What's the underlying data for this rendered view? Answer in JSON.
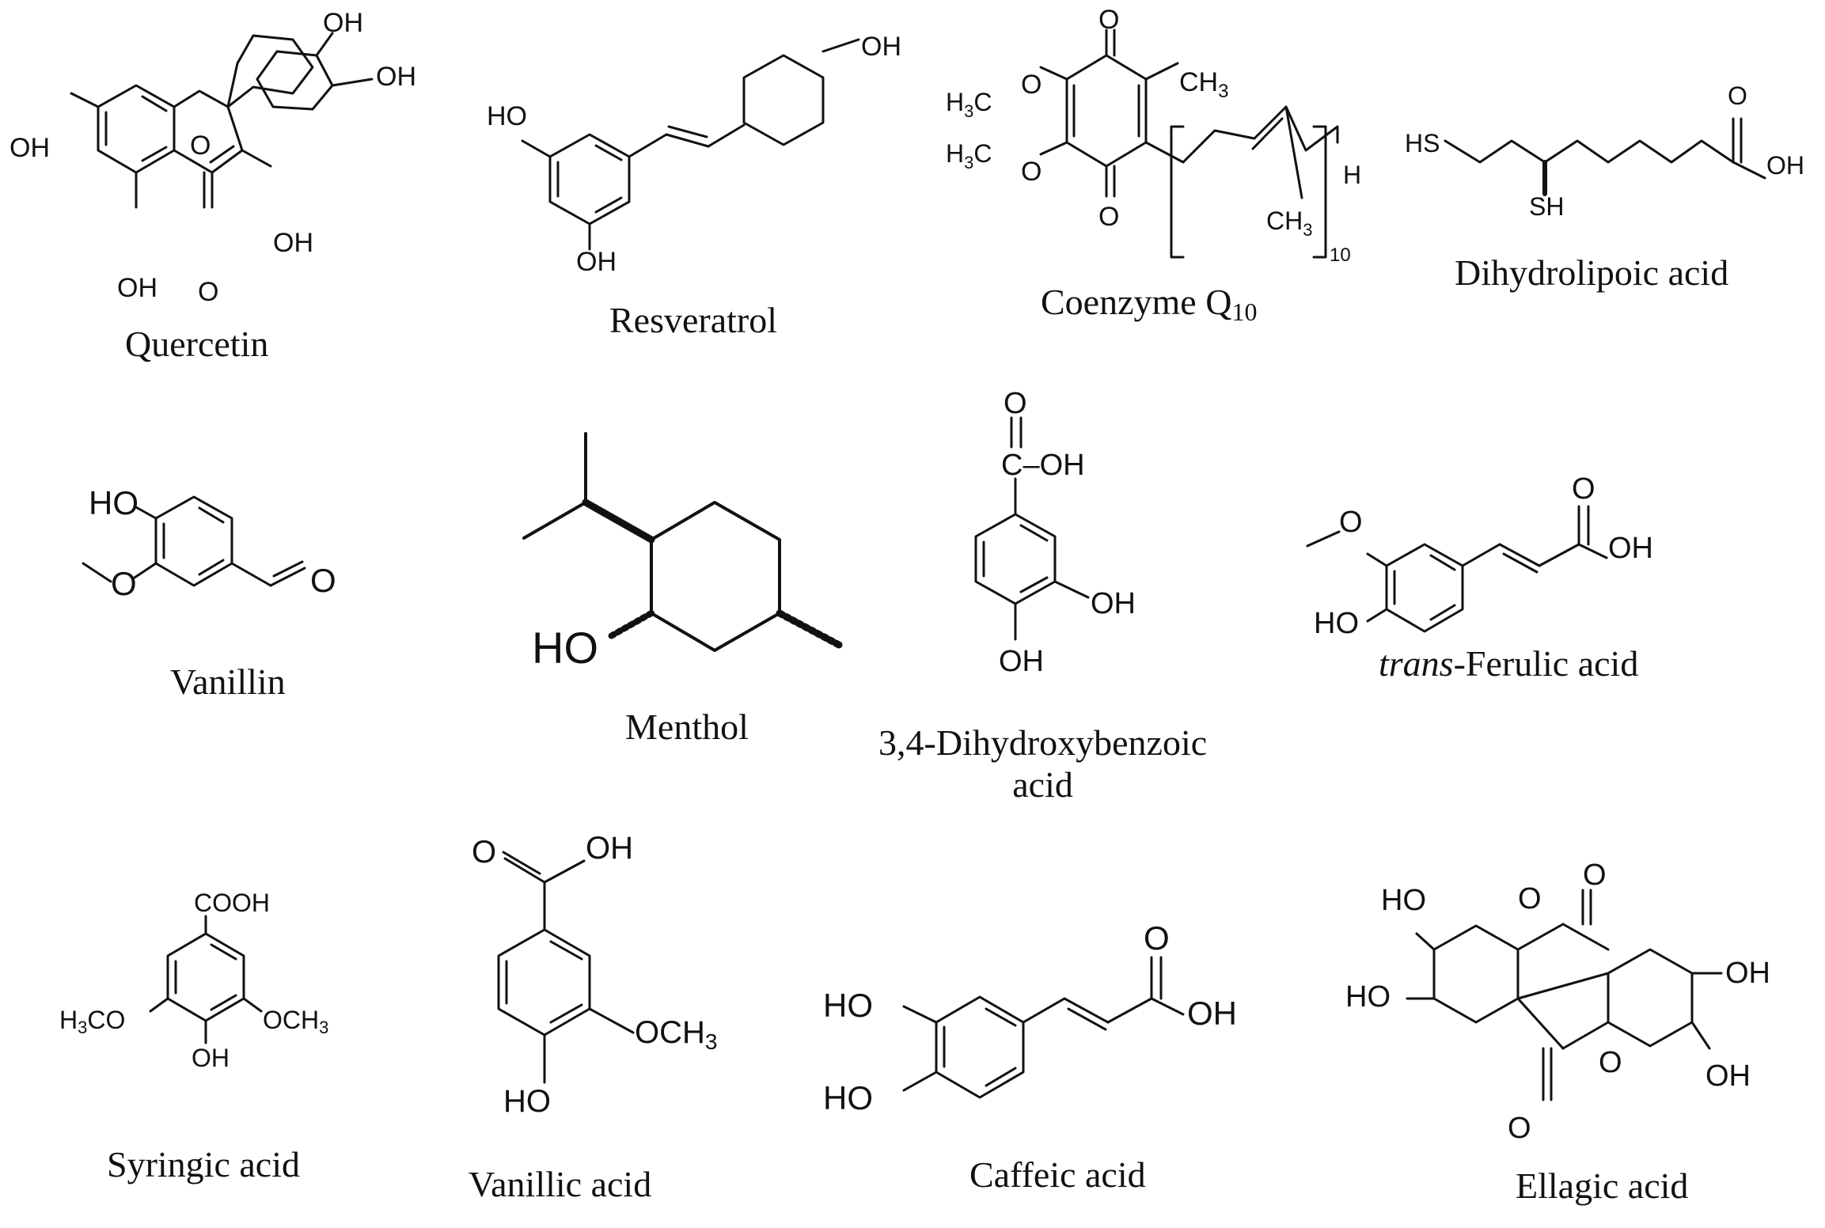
{
  "compounds": [
    {
      "name": "Quercetin",
      "labels": {
        "oh_a": "OH",
        "oh_b": "OH",
        "o_ring": "O",
        "oh_c": "OH",
        "oh_d": "OH",
        "oh_e": "OH",
        "o_keto": "O"
      }
    },
    {
      "name": "Resveratrol",
      "labels": {
        "oh_a": "OH",
        "oh_b": "HO",
        "oh_c": "OH"
      }
    },
    {
      "name": "Coenzyme Q",
      "sub": "10",
      "labels": {
        "o_top": "O",
        "o_bot": "O",
        "ch3_a": "CH",
        "ch3_a_sub": "3",
        "h3c_a": "H",
        "h3c_a_sub": "3",
        "h3c_a_c": "C",
        "o_a": "O",
        "h3c_b": "H",
        "h3c_b_sub": "3",
        "h3c_b_c": "C",
        "o_b": "O",
        "h": "H",
        "ch3_b": "CH",
        "ch3_b_sub": "3",
        "n": "10"
      }
    },
    {
      "name": "Dihydrolipoic acid",
      "labels": {
        "hs": "HS",
        "sh": "SH",
        "o": "O",
        "oh": "OH"
      }
    },
    {
      "name": "Vanillin",
      "labels": {
        "ho": "HO",
        "o_me": "O",
        "o_ald": "O"
      }
    },
    {
      "name": "Menthol",
      "labels": {
        "ho": "HO"
      }
    },
    {
      "name_line1": "3,4-Dihydroxybenzoic",
      "name_line2": "acid",
      "labels": {
        "o": "O",
        "c_oh": "C–OH",
        "oh_a": "OH",
        "oh_b": "OH"
      }
    },
    {
      "name_italic": "trans",
      "name_rest": "-Ferulic acid",
      "labels": {
        "o_me": "O",
        "ho": "HO",
        "o": "O",
        "oh": "OH"
      }
    },
    {
      "name": "Syringic acid",
      "labels": {
        "cooh": "COOH",
        "h3co": "H",
        "h3co_sub": "3",
        "h3co_rest": "CO",
        "och3": "OCH",
        "och3_sub": "3",
        "oh": "OH"
      }
    },
    {
      "name": "Vanillic acid",
      "labels": {
        "o": "O",
        "oh": "OH",
        "och3": "OCH",
        "och3_sub": "3",
        "ho": "HO"
      }
    },
    {
      "name": "Caffeic acid",
      "labels": {
        "ho_a": "HO",
        "ho_b": "HO",
        "o": "O",
        "oh": "OH"
      }
    },
    {
      "name": "Ellagic acid",
      "labels": {
        "o_top": "O",
        "o_ring_top": "O",
        "ho_a": "HO",
        "ho_b": "HO",
        "oh_a": "OH",
        "oh_b": "OH",
        "o_ring_bot": "O",
        "o_bot": "O"
      }
    }
  ]
}
